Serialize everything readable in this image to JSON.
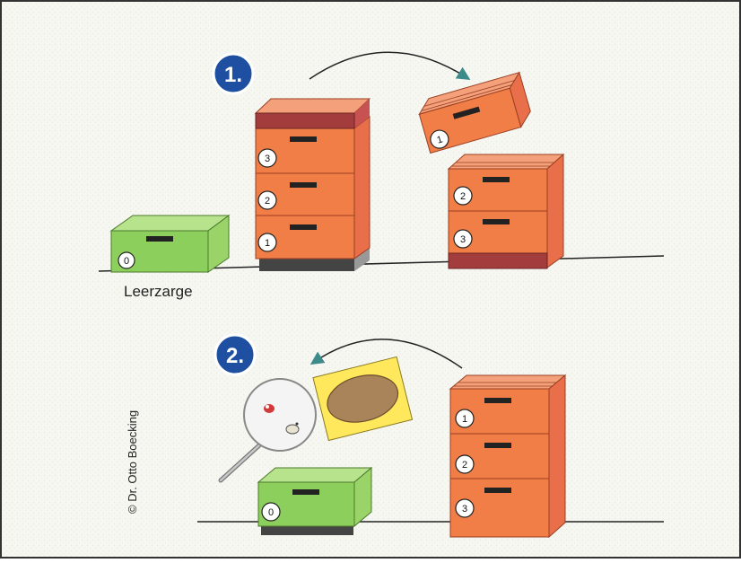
{
  "step_badges": [
    "1.",
    "2."
  ],
  "caption": "Leerzarge",
  "copyright": "© Dr. Otto Boecking",
  "box_numbers": {
    "empty_box": "0",
    "step1_stack": [
      "3",
      "2",
      "1"
    ],
    "step1_lifted": "1",
    "step1_new_stack": [
      "2",
      "3"
    ],
    "step2_stack": [
      "1",
      "2",
      "3"
    ],
    "step2_empty": "0"
  },
  "colors": {
    "background": "#f7f7f2",
    "hive_front": "#f07e46",
    "hive_side": "#e86f4a",
    "hive_top": "#f4a07a",
    "lid_band": "#a33d3d",
    "empty_box": "#8ccf5c",
    "badge": "#1f4fa0",
    "cover_board": "#ffe85c",
    "mite_spot": "#d23a3a"
  },
  "icons": [
    "curved-arrow-icon",
    "magnifier-icon",
    "bee-icon",
    "mite-icon"
  ]
}
